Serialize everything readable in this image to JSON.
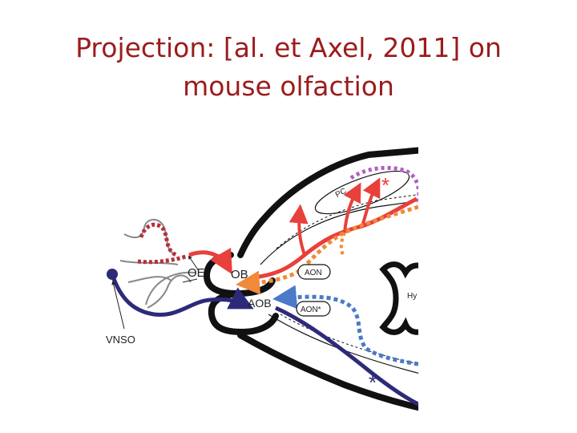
{
  "slide": {
    "title_line1": "Projection:  [al. et Axel, 2011] on",
    "title_line2": "mouse olfaction"
  },
  "diagram": {
    "labels": {
      "oe": "OE",
      "ob": "OB",
      "aob": "AOB",
      "aon": "AON",
      "aon_star": "AON*",
      "pc": "PC",
      "hy": "Hy",
      "vnso": "VNSO"
    },
    "markers": {
      "red_asterisk": "*",
      "blue_asterisk": "*"
    },
    "colors": {
      "title": "#9b1c1c",
      "red_pathway": "#e8403a",
      "dark_red_dotted": "#b5303a",
      "orange_dotted": "#f08a3a",
      "purple_dotted": "#b060c0",
      "navy_pathway": "#2e2a7a",
      "blue_dotted": "#4a7ac8",
      "outline": "#111111"
    }
  }
}
